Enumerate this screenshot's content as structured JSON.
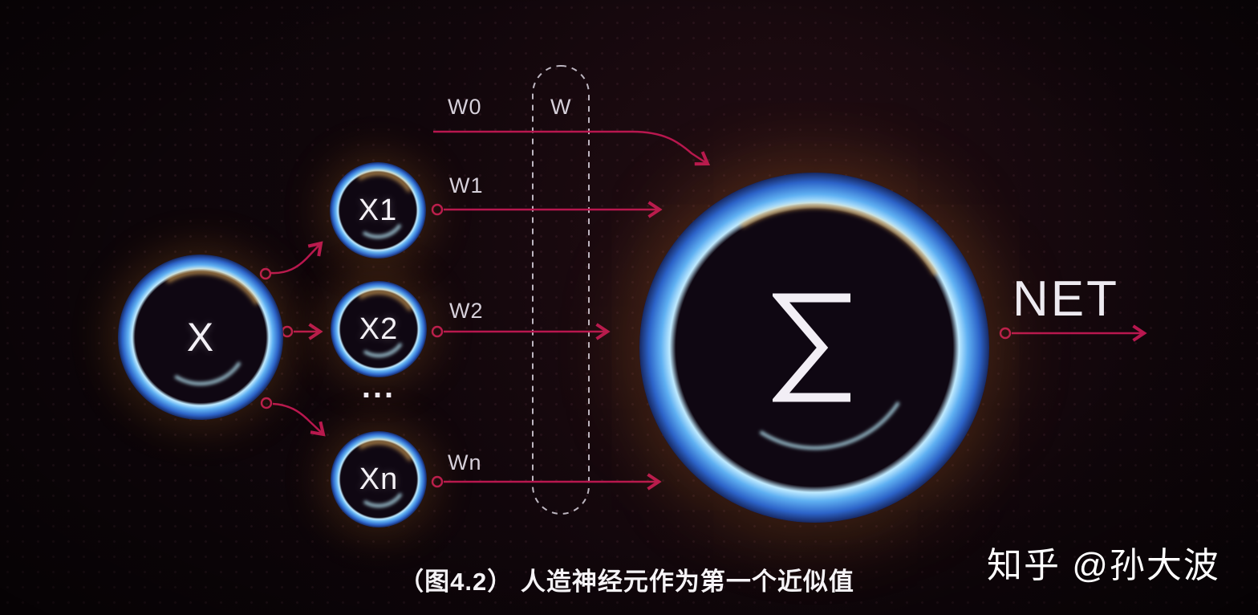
{
  "diagram": {
    "nodes": {
      "input_main": {
        "label": "X"
      },
      "input_1": {
        "label": "X1"
      },
      "input_2": {
        "label": "X2"
      },
      "input_n": {
        "label": "Xn"
      },
      "ellipsis": "...",
      "sum": {
        "label": "Σ"
      },
      "output": {
        "label": "NET"
      }
    },
    "weights": {
      "w0": "W0",
      "w1": "W1",
      "w2": "W2",
      "wn": "Wn",
      "group": "W"
    }
  },
  "caption": "（图4.2） 人造神经元作为第一个近似值",
  "watermark": "知乎 @孙大波",
  "colors": {
    "background": "#0d0509",
    "arrow": "#b8174f",
    "label": "#d6d0da",
    "text": "#f4f1f6",
    "dash": "#ccc6d0",
    "glow_orange": "#e89130",
    "glow_blue": "#3f8ce8"
  }
}
